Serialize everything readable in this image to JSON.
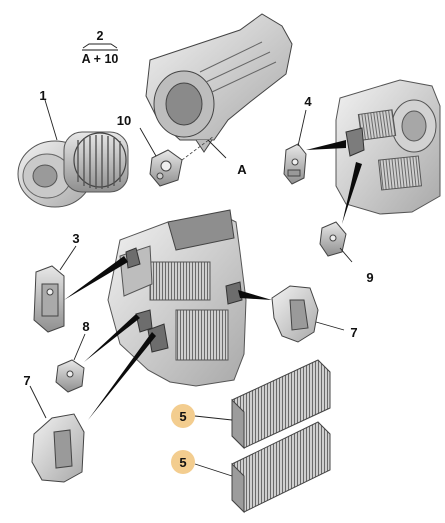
{
  "labels": {
    "item_1": "1",
    "item_2_top": "2",
    "item_2_bottom": "A + 10",
    "item_10": "10",
    "item_a": "A",
    "item_4": "4",
    "item_3": "3",
    "item_8": "8",
    "item_9": "9",
    "item_7_right": "7",
    "item_7_left": "7",
    "item_5_upper": "5",
    "item_5_lower": "5"
  },
  "colors": {
    "highlight_badge": "#f3cd8f",
    "part_fill": "#d9d9d9",
    "outline": "#444444",
    "pointer_wedge": "#0b0b0b"
  }
}
